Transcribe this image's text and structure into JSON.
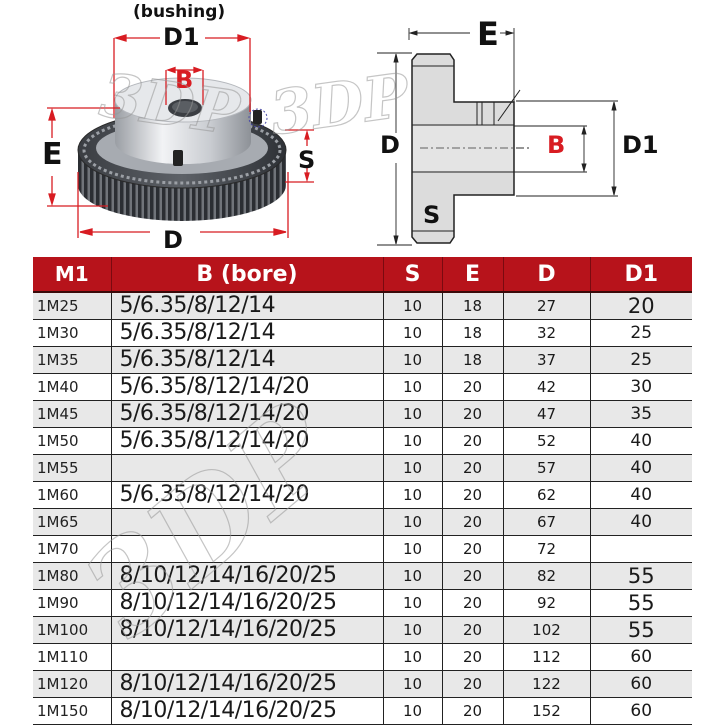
{
  "diagram": {
    "photo_labels": {
      "bushing": "(bushing)",
      "d1": "D1",
      "b": "B",
      "e": "E",
      "s": "S",
      "d": "D"
    },
    "drawing_labels": {
      "e": "E",
      "d": "D",
      "b": "B",
      "d1": "D1",
      "s": "S"
    },
    "watermark": "3DP",
    "colors": {
      "dimension_red": "#d81c22",
      "header_red": "#b7131b"
    }
  },
  "table": {
    "headers": [
      "M1",
      "B (bore)",
      "S",
      "E",
      "D",
      "D1"
    ],
    "rows": [
      {
        "model": "1M25",
        "bore": "5/6.35/8/12/14",
        "s": "10",
        "e": "18",
        "d": "27",
        "d1": "20"
      },
      {
        "model": "1M30",
        "bore": "5/6.35/8/12/14",
        "s": "10",
        "e": "18",
        "d": "32",
        "d1": "25"
      },
      {
        "model": "1M35",
        "bore": "5/6.35/8/12/14",
        "s": "10",
        "e": "18",
        "d": "37",
        "d1": "25"
      },
      {
        "model": "1M40",
        "bore": "5/6.35/8/12/14/20",
        "s": "10",
        "e": "20",
        "d": "42",
        "d1": "30"
      },
      {
        "model": "1M45",
        "bore": "5/6.35/8/12/14/20",
        "s": "10",
        "e": "20",
        "d": "47",
        "d1": "35"
      },
      {
        "model": "1M50",
        "bore": "5/6.35/8/12/14/20",
        "s": "10",
        "e": "20",
        "d": "52",
        "d1": "40"
      },
      {
        "model": "1M55",
        "bore": "",
        "s": "10",
        "e": "20",
        "d": "57",
        "d1": "40"
      },
      {
        "model": "1M60",
        "bore": "5/6.35/8/12/14/20",
        "s": "10",
        "e": "20",
        "d": "62",
        "d1": "40"
      },
      {
        "model": "1M65",
        "bore": "",
        "s": "10",
        "e": "20",
        "d": "67",
        "d1": "40"
      },
      {
        "model": "1M70",
        "bore": "",
        "s": "10",
        "e": "20",
        "d": "72",
        "d1": ""
      },
      {
        "model": "1M80",
        "bore": "8/10/12/14/16/20/25",
        "s": "10",
        "e": "20",
        "d": "82",
        "d1": "55"
      },
      {
        "model": "1M90",
        "bore": "8/10/12/14/16/20/25",
        "s": "10",
        "e": "20",
        "d": "92",
        "d1": "55"
      },
      {
        "model": "1M100",
        "bore": "8/10/12/14/16/20/25",
        "s": "10",
        "e": "20",
        "d": "102",
        "d1": "55"
      },
      {
        "model": "1M110",
        "bore": "",
        "s": "10",
        "e": "20",
        "d": "112",
        "d1": "60"
      },
      {
        "model": "1M120",
        "bore": "8/10/12/14/16/20/25",
        "s": "10",
        "e": "20",
        "d": "122",
        "d1": "60"
      },
      {
        "model": "1M150",
        "bore": "8/10/12/14/16/20/25",
        "s": "10",
        "e": "20",
        "d": "152",
        "d1": "60"
      }
    ]
  }
}
